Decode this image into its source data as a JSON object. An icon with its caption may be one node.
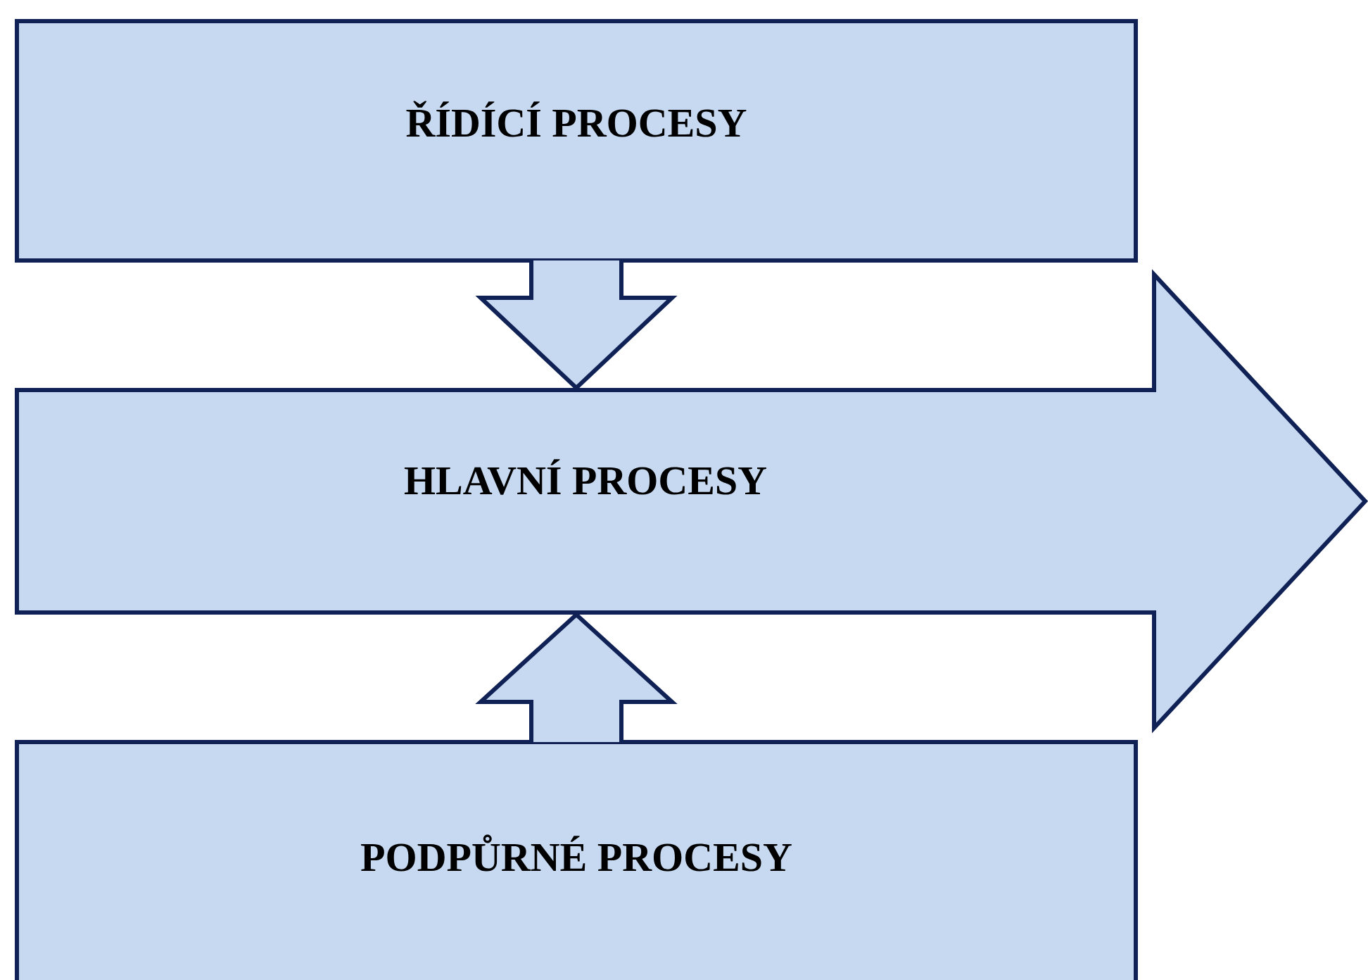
{
  "diagram": {
    "nodes": [
      {
        "text": [
          "ŘÍDÍCÍ PROCESY"
        ]
      },
      {
        "text": [
          "HLAVNÍ PROCESY"
        ]
      },
      {
        "text": [
          "PODPŮRNÉ PROCESY"
        ]
      }
    ],
    "edges": [
      {
        "from": 0,
        "to": 1,
        "arrow": "to"
      },
      {
        "from": 2,
        "to": 1,
        "arrow": "to"
      }
    ]
  }
}
